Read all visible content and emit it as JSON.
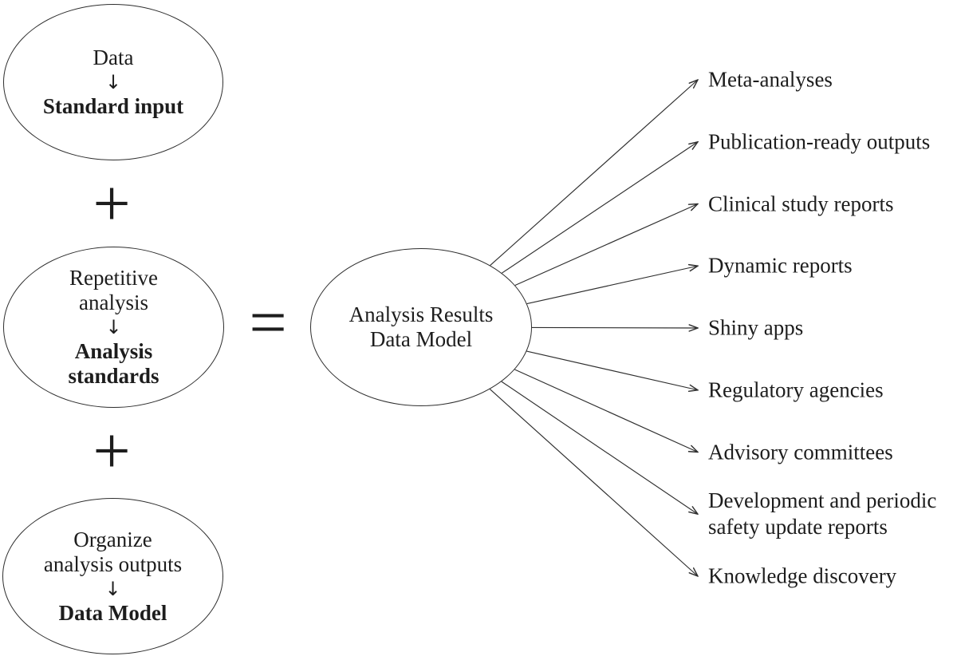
{
  "colors": {
    "ink": "#1d1d1d",
    "line": "#2e2e2e",
    "background": "#ffffff"
  },
  "operands": [
    {
      "lines": [
        "Data"
      ],
      "arrow": "↓",
      "bold": [
        "Standard input"
      ]
    },
    {
      "lines": [
        "Repetitive",
        "analysis"
      ],
      "arrow": "↓",
      "bold": [
        "Analysis",
        "standards"
      ]
    },
    {
      "lines": [
        "Organize",
        "analysis outputs"
      ],
      "arrow": "↓",
      "bold": [
        "Data Model"
      ]
    }
  ],
  "operators": {
    "plus1": "+",
    "plus2": "+",
    "equals": "="
  },
  "result_ellipse": {
    "lines": [
      "Analysis Results",
      "Data Model"
    ]
  },
  "outputs": [
    {
      "label": "Meta-analyses"
    },
    {
      "label": "Publication-ready outputs"
    },
    {
      "label": "Clinical study reports"
    },
    {
      "label": "Dynamic reports"
    },
    {
      "label": "Shiny apps"
    },
    {
      "label": "Regulatory agencies"
    },
    {
      "label": "Advisory committees"
    },
    {
      "label": "Development and periodic\nsafety update reports"
    },
    {
      "label": "Knowledge discovery"
    }
  ]
}
